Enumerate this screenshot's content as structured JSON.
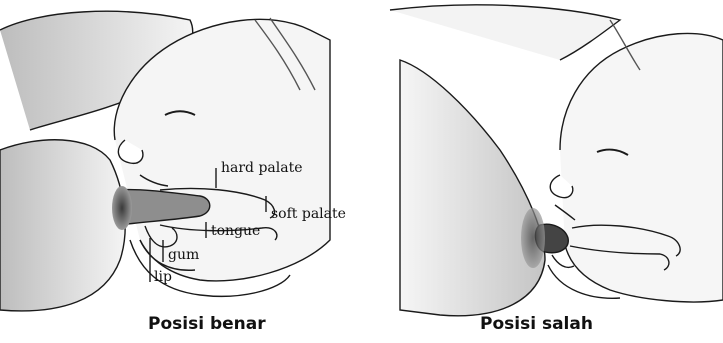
{
  "panels": {
    "left": {
      "caption": "Posisi benar",
      "labels": {
        "hard_palate": "hard palate",
        "soft_palate": "soft palate",
        "tongue": "tongue",
        "gum": "gum",
        "lip": "lip"
      }
    },
    "right": {
      "caption": "Posisi salah"
    }
  },
  "colors": {
    "ink": "#1a1a1a",
    "skin_shade": "#cfcfcf",
    "nipple_dark": "#555555"
  }
}
